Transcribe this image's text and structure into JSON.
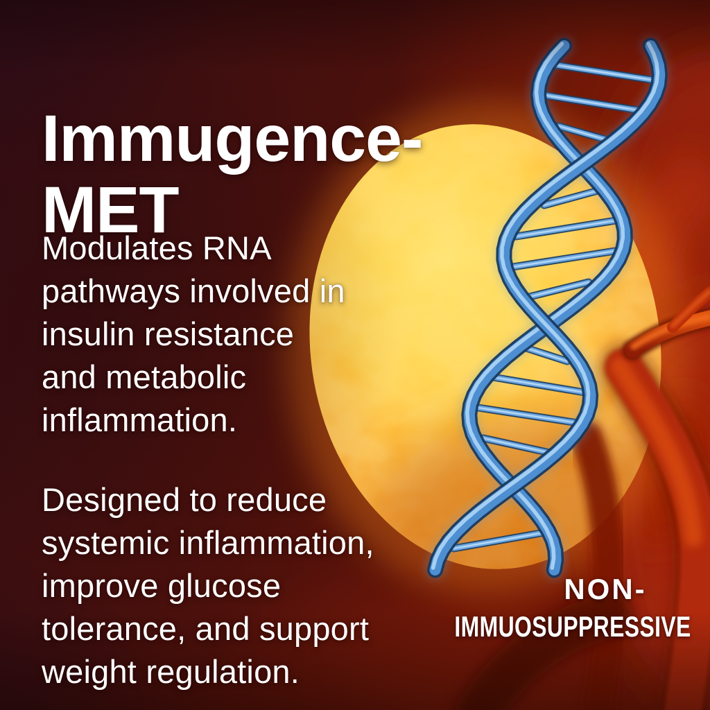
{
  "poster": {
    "title": {
      "text": "Immugence-MET",
      "lines": [
        "Immugence-",
        "MET"
      ]
    },
    "paragraph1": {
      "text": "Modulates RNA pathways involved in insulin resistance and metabolic inflammation.",
      "lines": [
        "Modulates RNA",
        "pathways involved in",
        "insulin resistance",
        "and metabolic",
        "inflammation."
      ]
    },
    "paragraph2": {
      "text": "Designed to reduce systemic inflammation, improve glucose tolerance, and support weight regulation.",
      "lines": [
        "Designed to reduce",
        "systemic inflammation,",
        "improve glucose",
        "tolerance, and support",
        "weight regulation."
      ]
    },
    "badge": {
      "text": "NON-IMMUOSUPPRESSIVE",
      "lines": [
        "NON-",
        "IMMUOSUPPRESSIVE"
      ]
    },
    "illustration": {
      "kidney": "kidney-organ",
      "dna": "dna-double-helix",
      "vessels": "renal-blood-vessels"
    },
    "colors": {
      "text": "#ffffff",
      "background_dark_corner": "#270b15",
      "background_maroon": "#4a100c",
      "tissue_red": "#a82708",
      "vessel_highlight": "#e0520f",
      "kidney_yellow": "#ffd044",
      "kidney_orange": "#ef941c",
      "dna_blue": "#4e8fd2"
    }
  }
}
